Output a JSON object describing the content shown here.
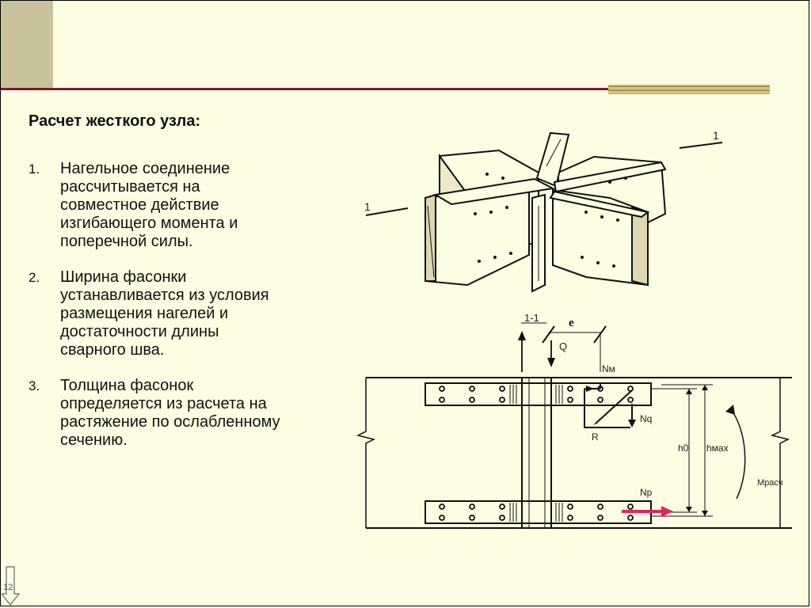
{
  "slide": {
    "title": "Расчет жесткого узла:",
    "page_number": "12",
    "items": [
      {
        "number": "1.",
        "text": "Нагельное соединение\nрассчитывается на\nсовместное действие\nизгибающего момента и\nпоперечной силы."
      },
      {
        "number": "2.",
        "text": "Ширина фасонки\nустанавливается из условия\nразмещения нагелей и\nдостаточности длины\nсварного шва."
      },
      {
        "number": "3.",
        "text": " Толщина фасонок\nопределяется из расчета на\nрастяжение по ослабленному\nсечению."
      }
    ]
  },
  "diagram_labels": {
    "section_mark_top": "1",
    "section_mark_left": "1",
    "section": "1-1",
    "e": "e",
    "q": "Q",
    "nm": "Nм",
    "nq": "Nq",
    "r": "R",
    "h0": "h0",
    "hmax": "hмax",
    "np": "Np",
    "mrasch": "Mрасч"
  },
  "colors": {
    "background": "#fdfde3",
    "accent_rule": "#7a1a2e",
    "corner_block": "#c8c39a",
    "arrow_red": "#e3245a"
  }
}
